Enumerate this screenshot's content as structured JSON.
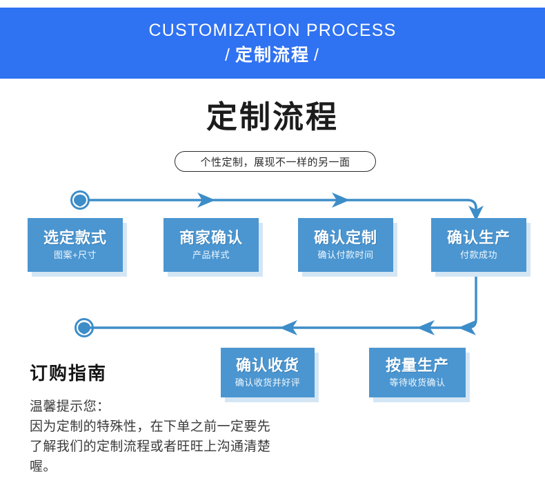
{
  "banner": {
    "english_title": "CUSTOMIZATION PROCESS",
    "chinese_title": "定制流程",
    "slash_left": "/",
    "slash_right": "/",
    "background_color": "#2f72f2",
    "text_color": "#ffffff"
  },
  "page": {
    "title": "定制流程",
    "subtitle_pill": "个性定制，展现不一样的另一面"
  },
  "flow": {
    "accent_color": "#3d8dc8",
    "node_fill": "#4b96d1",
    "node_shadow": "#d4e6f4",
    "start_marker": "start-circle-marker",
    "return_marker": "return-circle-marker",
    "nodes": [
      {
        "id": "node-1",
        "title": "选定款式",
        "sub": "图案+尺寸"
      },
      {
        "id": "node-2",
        "title": "商家确认",
        "sub": "产品样式"
      },
      {
        "id": "node-3",
        "title": "确认定制",
        "sub": "确认付款时间"
      },
      {
        "id": "node-4",
        "title": "确认生产",
        "sub": "付款成功"
      },
      {
        "id": "node-5",
        "title": "确认收货",
        "sub": "确认收货并好评"
      },
      {
        "id": "node-6",
        "title": "按量生产",
        "sub": "等待收货确认"
      }
    ]
  },
  "guide": {
    "heading": "订购指南",
    "line1": "温馨提示您：",
    "line2": "因为定制的特殊性，在下单之前一定要先",
    "line3": "了解我们的定制流程或者旺旺上沟通清楚",
    "line4": "喔。"
  }
}
